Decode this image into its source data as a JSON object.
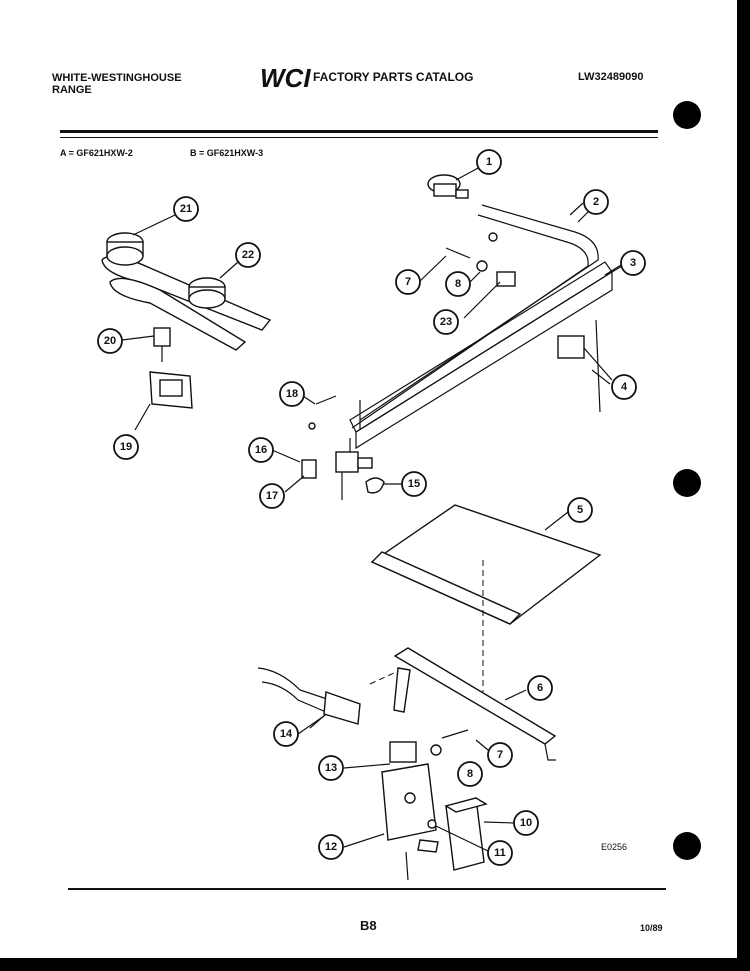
{
  "header": {
    "brand_line1": "WHITE-WESTINGHOUSE",
    "brand_line2": "RANGE",
    "logo_text": "WCI",
    "catalog_title": "FACTORY PARTS CATALOG",
    "catalog_code": "LW32489090"
  },
  "models": {
    "a": "A = GF621HXW-2",
    "b": "B = GF621HXW-3"
  },
  "callouts": [
    "1",
    "2",
    "3",
    "4",
    "5",
    "6",
    "7",
    "8",
    "23",
    "21",
    "22",
    "20",
    "19",
    "18",
    "16",
    "17",
    "15",
    "14",
    "13",
    "8",
    "7",
    "12",
    "10",
    "11"
  ],
  "footer": {
    "drawing_ref": "E0256",
    "page": "B8",
    "date": "10/89"
  }
}
